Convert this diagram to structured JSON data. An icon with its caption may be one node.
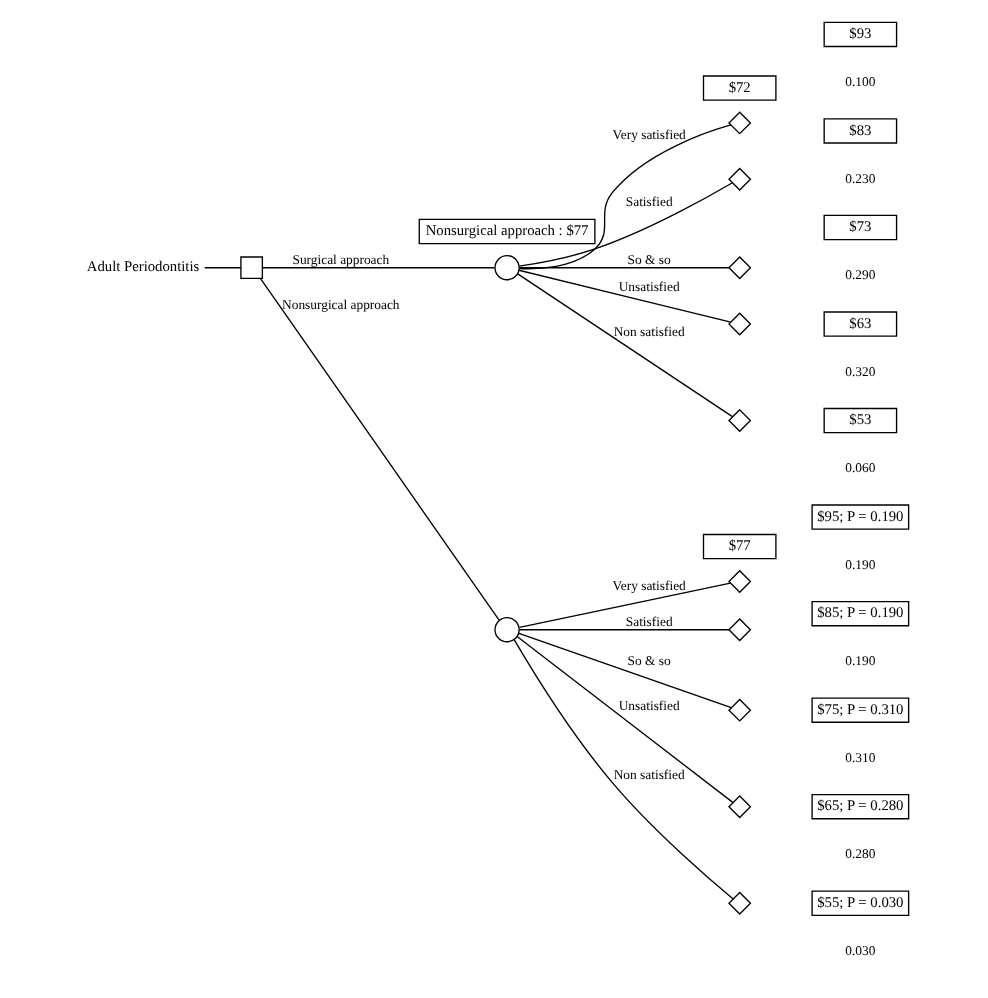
{
  "diagram": {
    "nodes": [
      {
        "text": [
          "Adult Periodontitis"
        ]
      },
      {
        "text": [],
        "shape": "box"
      },
      {
        "text": [
          "Nonsurgical approach : $77"
        ]
      },
      {
        "text": [],
        "shape": "circle"
      },
      {
        "text": [
          "$72"
        ]
      },
      {
        "text": [],
        "shape": "circle"
      },
      {
        "text": [
          "$77"
        ]
      },
      {
        "text": [],
        "shape": "diamond"
      },
      {
        "text": [
          "$93"
        ]
      },
      {
        "text": [],
        "shape": "diamond"
      },
      {
        "text": [
          "$83"
        ]
      },
      {
        "text": [],
        "shape": "diamond"
      },
      {
        "text": [
          "$73"
        ]
      },
      {
        "text": [],
        "shape": "diamond"
      },
      {
        "text": [
          "$63"
        ]
      },
      {
        "text": [],
        "shape": "diamond"
      },
      {
        "text": [
          "$53"
        ]
      },
      {
        "text": [],
        "shape": "diamond"
      },
      {
        "text": [
          "$95; P = 0.190"
        ]
      },
      {
        "text": [],
        "shape": "diamond"
      },
      {
        "text": [
          "$85; P = 0.190"
        ]
      },
      {
        "text": [],
        "shape": "diamond"
      },
      {
        "text": [
          "$75; P = 0.310"
        ]
      },
      {
        "text": [],
        "shape": "diamond"
      },
      {
        "text": [
          "$65; P = 0.280"
        ]
      },
      {
        "text": [],
        "shape": "diamond"
      },
      {
        "text": [
          "$55; P = 0.030"
        ]
      }
    ],
    "edges": [
      {
        "from": 0,
        "to": 1,
        "arrow": "none"
      },
      {
        "from": 1,
        "to": 3,
        "arrow": "none",
        "label": "Surgical approach"
      },
      {
        "from": 1,
        "to": 5,
        "arrow": "none",
        "label": "Nonsurgical approach"
      },
      {
        "from": 3,
        "to": 7,
        "arrow": "none",
        "label": "Very satisfied"
      },
      {
        "from": 3,
        "to": 9,
        "arrow": "none",
        "label": "Satisfied"
      },
      {
        "from": 3,
        "to": 11,
        "arrow": "none",
        "label": "So & so"
      },
      {
        "from": 3,
        "to": 13,
        "arrow": "none",
        "label": "Unsatisfied"
      },
      {
        "from": 3,
        "to": 15,
        "arrow": "none",
        "label": "Non satisfied"
      },
      {
        "from": 5,
        "to": 17,
        "arrow": "none",
        "label": "Very satisfied"
      },
      {
        "from": 5,
        "to": 19,
        "arrow": "none",
        "label": "Satisfied"
      },
      {
        "from": 5,
        "to": 21,
        "arrow": "none",
        "label": "So & so"
      },
      {
        "from": 5,
        "to": 23,
        "arrow": "none",
        "label": "Unsatisfied"
      },
      {
        "from": 5,
        "to": 25,
        "arrow": "none",
        "label": "Non satisfied"
      }
    ],
    "labels": [
      "0.100",
      "0.230",
      "0.290",
      "0.320",
      "0.060",
      "0.190",
      "0.190",
      "0.310",
      "0.280",
      "0.030"
    ]
  }
}
